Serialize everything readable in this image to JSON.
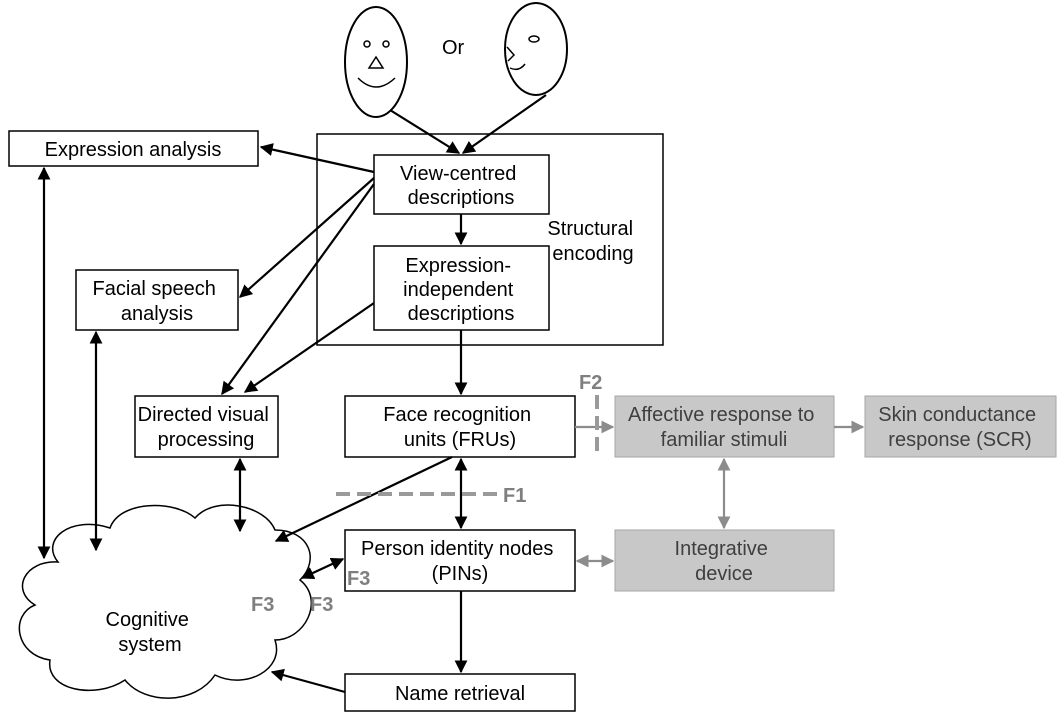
{
  "colors": {
    "box_stroke": "#000000",
    "grey_fill": "#c8c8c8",
    "grey_arrow": "#8c8c8c",
    "grey_text": "#3f3f3f",
    "dashed_line": "#9a9a9a",
    "f_label": "#7f7f7f"
  },
  "faces": {
    "or_label": "Or",
    "front_face_icon": "front-face-icon",
    "profile_face_icon": "profile-face-icon"
  },
  "nodes": {
    "expression_analysis": {
      "lines": [
        "Expression analysis"
      ]
    },
    "view_centred": {
      "lines": [
        "View-centred",
        "descriptions"
      ]
    },
    "structural_encoding": {
      "lines": [
        "Structural",
        "encoding"
      ]
    },
    "expression_independent": {
      "lines": [
        "Expression-",
        "independent",
        "descriptions"
      ]
    },
    "facial_speech": {
      "lines": [
        "Facial speech",
        "analysis"
      ]
    },
    "directed_visual": {
      "lines": [
        "Directed visual",
        "processing"
      ]
    },
    "fru": {
      "lines": [
        "Face recognition",
        "units (FRUs)"
      ]
    },
    "affective": {
      "lines": [
        "Affective response to",
        "familiar stimuli"
      ]
    },
    "scr": {
      "lines": [
        "Skin conductance",
        "response (SCR)"
      ]
    },
    "pin": {
      "lines": [
        "Person identity nodes",
        "(PINs)"
      ]
    },
    "integrative": {
      "lines": [
        "Integrative",
        "device"
      ]
    },
    "cognitive": {
      "lines": [
        "Cognitive",
        "system"
      ]
    },
    "name_retrieval": {
      "lines": [
        "Name retrieval"
      ]
    }
  },
  "fault_labels": {
    "f1": "F1",
    "f2": "F2",
    "f3_a": "F3",
    "f3_b": "F3",
    "f3_c": "F3"
  }
}
